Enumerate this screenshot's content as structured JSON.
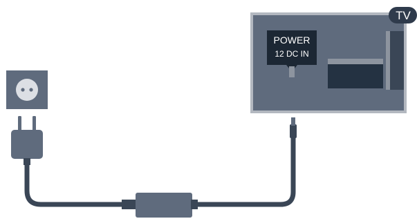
{
  "tv_badge": {
    "label": "TV"
  },
  "port_label": {
    "line1": "POWER",
    "line2": "12 DC IN"
  },
  "colors": {
    "tv_body": "#5f6b7d",
    "tv_frame": "#b3b8c0",
    "panel_dark": "#243242",
    "cable": "#3a4656",
    "socket_frame": "#5f6b7d",
    "socket_face": "#dcdfe4",
    "badge": "#2f3b4c"
  }
}
